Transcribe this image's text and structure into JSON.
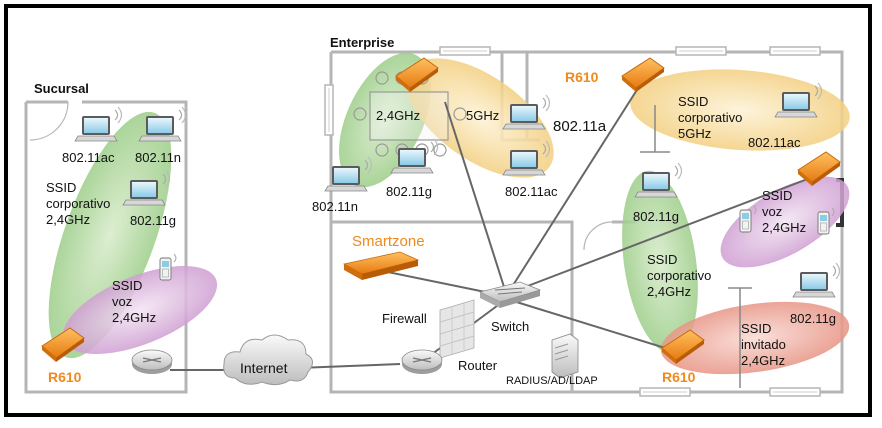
{
  "locations": {
    "branch": "Sucursal",
    "enterprise": "Enterprise"
  },
  "branch": {
    "laptop_labels": [
      "802.11ac",
      "802.11n",
      "802.11g"
    ],
    "ssid_corp": [
      "SSID",
      "corporativo",
      "2,4GHz"
    ],
    "ssid_voice": [
      "SSID",
      "voz",
      "2,4GHz"
    ],
    "ap_label": "R610"
  },
  "enterprise": {
    "room_band_24": "2,4GHz",
    "room_band_5": "5GHz",
    "standard_a": "802.11a",
    "laptop_labels": [
      "802.11n",
      "802.11g",
      "802.11ac"
    ],
    "ap_top": "R610",
    "ssid_corp_5": [
      "SSID",
      "corporativo",
      "5GHz"
    ],
    "laptop_ac": "802.11ac",
    "ssid_voice": [
      "SSID",
      "voz",
      "2,4GHz"
    ],
    "laptop_g_right": "802.11g",
    "ssid_corp_24": [
      "SSID",
      "corporativo",
      "2,4GHz"
    ],
    "ssid_guest": [
      "SSID",
      "invitado",
      "2,4GHz"
    ],
    "laptop_g_guest": "802.11g",
    "ap_bottom": "R610"
  },
  "datacenter": {
    "title": "Smartzone",
    "firewall": "Firewall",
    "switch": "Switch",
    "router": "Router",
    "radius": "RADIUS/AD/LDAP"
  },
  "internet": "Internet",
  "colors": {
    "orange": "#f08a1c",
    "green_zone": "#b7dca4",
    "purple_zone": "#d9b6dc",
    "yellow_zone": "#f7dca0",
    "red_zone": "#eeaaa0",
    "wall": "#b5b5b5"
  }
}
